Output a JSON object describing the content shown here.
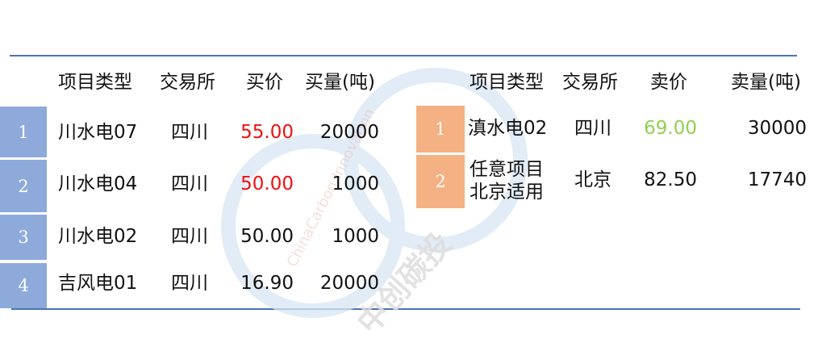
{
  "buy_table": {
    "headers": {
      "project_type": "项目类型",
      "exchange": "交易所",
      "price": "买价",
      "volume": "买量(吨)"
    },
    "rows": [
      {
        "index": "1",
        "project": "川水电07",
        "exchange": "四川",
        "price": "55.00",
        "volume": "20000",
        "price_color": "#ee1111"
      },
      {
        "index": "2",
        "project": "川水电04",
        "exchange": "四川",
        "price": "50.00",
        "volume": "1000",
        "price_color": "#ee1111"
      },
      {
        "index": "3",
        "project": "川水电02",
        "exchange": "四川",
        "price": "50.00",
        "volume": "1000",
        "price_color": "#111111"
      },
      {
        "index": "4",
        "project": "吉风电01",
        "exchange": "四川",
        "price": "16.90",
        "volume": "20000",
        "price_color": "#111111"
      }
    ]
  },
  "sell_table": {
    "headers": {
      "project_type": "项目类型",
      "exchange": "交易所",
      "price": "卖价",
      "volume": "卖量(吨)"
    },
    "rows": [
      {
        "index": "1",
        "project_line1": "滇水电02",
        "project_line2": "",
        "exchange": "四川",
        "price": "69.00",
        "volume": "30000",
        "price_color": "#92d050"
      },
      {
        "index": "2",
        "project_line1": "任意项目",
        "project_line2": "北京适用",
        "exchange": "北京",
        "price": "82.50",
        "volume": "17740",
        "price_color": "#111111"
      }
    ]
  },
  "colors": {
    "rule": "#4a74b8",
    "buy_index_bg": "#8eaadb",
    "sell_index_bg": "#f4b183"
  },
  "watermark": {
    "brand": "中创碳投",
    "text": "ChinaCarbon Innovation"
  }
}
